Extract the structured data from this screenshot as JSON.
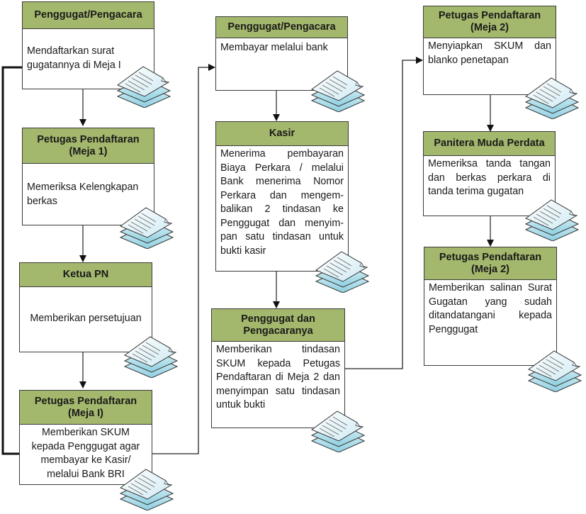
{
  "diagram": {
    "boxes": [
      {
        "id": "b1",
        "header": "Penggugat/Pengacara",
        "body": "Mendaftarkan surat gugatannya di Meja I"
      },
      {
        "id": "b2",
        "header": "Petugas Pendaftaran (Meja 1)",
        "body": "Memeriksa Kelengkapan berkas"
      },
      {
        "id": "b3",
        "header": "Ketua PN",
        "body": "Memberikan persetujuan"
      },
      {
        "id": "b4",
        "header": "Petugas Pendaftaran (Meja I)",
        "body": "Memberikan SKUM kepada Penggugat agar membayar ke Kasir/ melalui Bank BRI"
      },
      {
        "id": "b5",
        "header": "Penggugat/Pengacara",
        "body": "Membayar melalui bank"
      },
      {
        "id": "b6",
        "header": "Kasir",
        "body": "Menerima pembayaran Biaya Perkara / melalui Bank menerima Nomor Perkara dan mengem-balikan 2 tindasan ke Penggugat dan menyim-pan satu tindasan untuk bukti kasir"
      },
      {
        "id": "b7",
        "header": "Penggugat dan Pengacaranya",
        "body": "Memberikan tindasan SKUM kepada Petugas Pendaftaran di Meja 2 dan menyimpan satu tindasan untuk bukti"
      },
      {
        "id": "b8",
        "header": "Petugas Pendaftaran (Meja 2)",
        "body": "Menyiapkan SKUM dan blanko penetapan"
      },
      {
        "id": "b9",
        "header": "Panitera Muda Perdata",
        "body": "Memeriksa tanda tangan dan berkas perkara di tanda terima gugatan"
      },
      {
        "id": "b10",
        "header": "Petugas Pendaftaran (Meja 2)",
        "body": "Memberikan salinan Surat Gugatan yang sudah ditandatangani kepada Penggugat"
      }
    ],
    "connections": [
      [
        "b1",
        "b2"
      ],
      [
        "b2",
        "b3"
      ],
      [
        "b3",
        "b4"
      ],
      [
        "b4",
        "b1"
      ],
      [
        "b4",
        "b5"
      ],
      [
        "b5",
        "b6"
      ],
      [
        "b6",
        "b7"
      ],
      [
        "b7",
        "b8"
      ],
      [
        "b8",
        "b9"
      ],
      [
        "b9",
        "b10"
      ]
    ],
    "icon": "document-stack-icon",
    "colors": {
      "header": "#a3b86c",
      "border": "#3a3a3a",
      "doc_fill": "#bfe3ee"
    }
  }
}
